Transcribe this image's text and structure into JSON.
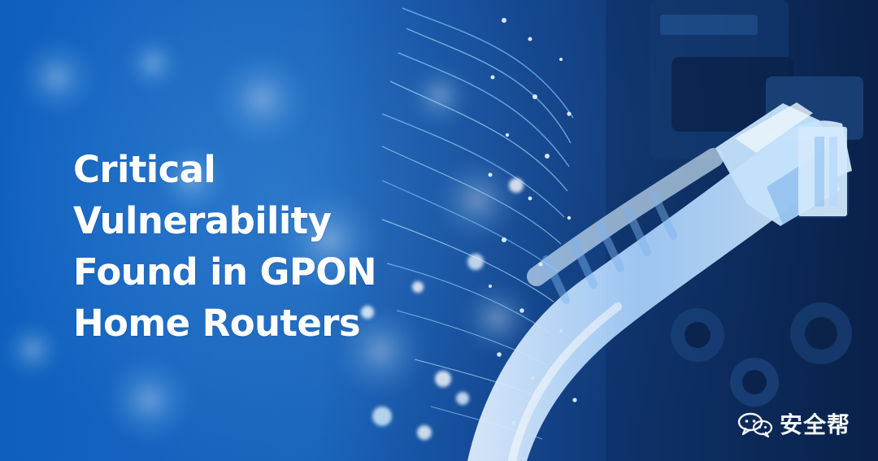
{
  "headline": {
    "lines": [
      "Critical",
      "Vulnerability",
      "Found in GPON",
      "Home Routers"
    ]
  },
  "watermark": {
    "icon": "wechat-icon",
    "text": "安全帮"
  },
  "colors": {
    "background_primary": "#1c73d6",
    "background_dark": "#0d2d63",
    "text": "#ffffff",
    "cable": "#b9d8ff"
  }
}
